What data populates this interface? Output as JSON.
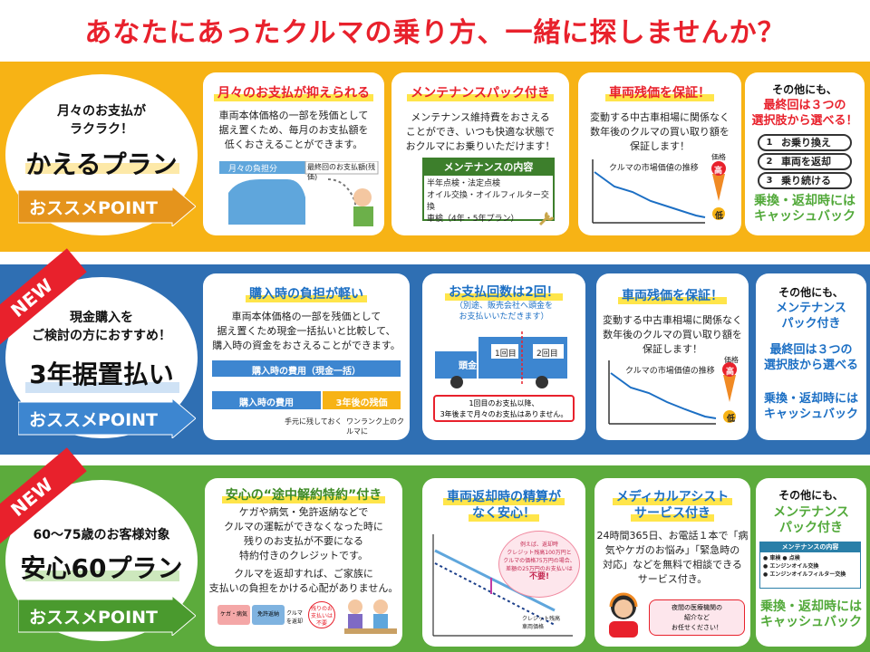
{
  "page_title": "あなたにあったクルマの乗り方、一緒に探しませんか？",
  "colors": {
    "yellow_band": "#f7b315",
    "blue_band": "#2f6fb3",
    "green_band": "#5cab3c",
    "accent_red": "#e8212c"
  },
  "point_label": "おススメPOINT",
  "new_badge": "NEW",
  "plan1": {
    "subtitle_1": "月々のお支払が",
    "subtitle_2": "ラクラク！",
    "name": "かえるプラン",
    "card1": {
      "title": "月々のお支払が抑えられる",
      "text_1": "車両本体価格の一部を残価として",
      "text_2": "据え置くため、毎月のお支払額を",
      "text_3": "低くおさえることができます。",
      "monthly_label": "月々の負担分",
      "final_label": "最終回のお支払額(残価)"
    },
    "card2": {
      "title": "メンテナンスパック付き",
      "text_1": "メンテナンス維持費をおさえる",
      "text_2": "ことができ、いつも快適な状態で",
      "text_3": "おクルマにお乗りいただけます！",
      "box_title": "メンテナンスの内容",
      "box_1": "半年点検・法定点検",
      "box_2": "オイル交換・オイルフィルター交換",
      "box_3": "車検（4年・5年プラン）"
    },
    "card3": {
      "title": "車両残価を保証！",
      "text_1": "変動する中古車相場に関係なく",
      "text_2": "数年後のクルマの買い取り額を",
      "text_3": "保証します！",
      "chart_label": "クルマの市場価値の推移",
      "price_label": "価格",
      "high": "高",
      "low": "低"
    },
    "side": {
      "line_1": "その他にも、",
      "red_1": "最終回は３つの",
      "red_2": "選択肢から選べる！",
      "options": [
        "お乗り換え",
        "車両を返却",
        "乗り続ける"
      ],
      "green_1": "乗換・返却時には",
      "green_2": "キャッシュバック"
    }
  },
  "plan2": {
    "subtitle_1": "現金購入を",
    "subtitle_2": "ご検討の方におすすめ！",
    "name": "3年据置払い",
    "card1": {
      "title": "購入時の負担が軽い",
      "text_1": "車両本体価格の一部を残価として",
      "text_2": "据え置くため現金一括払いと比較して、",
      "text_3": "購入時の資金をおさえることができます。",
      "bar_top": "購入時の費用（現金一括）",
      "bar_left": "購入時の費用",
      "bar_right": "3年後の残価",
      "note_1": "手元に残しておく",
      "note_2": "ワンランク上のクルマに"
    },
    "card2": {
      "title": "お支払回数は2回！",
      "note": "（別途、販売会社へ頭金を",
      "note_2": "お支払いいただきます）",
      "first": "1回目",
      "second": "2回目",
      "down": "頭金",
      "box_1": "1回目のお支払以降、",
      "box_2": "3年後まで月々のお支払はありません。"
    },
    "card3": {
      "title": "車両残価を保証！",
      "text_1": "変動する中古車相場に関係なく",
      "text_2": "数年後のクルマの買い取り額を",
      "text_3": "保証します！",
      "chart_label": "クルマの市場価値の推移",
      "price_label": "価格",
      "high": "高",
      "low": "低"
    },
    "side": {
      "line_1": "その他にも、",
      "blue_1": "メンテナンス",
      "blue_2": "パック付き",
      "blue_3": "最終回は３つの",
      "blue_4": "選択肢から選べる",
      "blue_5": "乗換・返却時には",
      "blue_6": "キャッシュバック"
    }
  },
  "plan3": {
    "subtitle_1": "60～75歳のお客様対象",
    "name": "安心60プラン",
    "card1": {
      "title": "安心の“途中解約特約”付き",
      "text_1": "ケガや病気・免許返納などで",
      "text_2": "クルマの運転ができなくなった時に",
      "text_3": "残りのお支払が不要になる",
      "text_4": "特約付きのクレジットです。",
      "text_5": "クルマを返却すれば、ご家族に",
      "text_6": "支払いの負担をかける心配がありません。",
      "icon_1": "ケガ・病気",
      "icon_2": "免許返納",
      "icon_3": "クルマを返却",
      "icon_4": "残りのお支払いは不要"
    },
    "card2": {
      "title_1": "車両返却時の精算が",
      "title_2": "なく安心！",
      "bubble_1": "例えば、返却時",
      "bubble_2": "クレジット残高100万円と",
      "bubble_3": "クルマの価格75万円の場合、",
      "bubble_4": "差額の25万円のお支払いは",
      "bubble_5": "不要!",
      "legend_1": "クレジット残高",
      "legend_2": "車両価格"
    },
    "card3": {
      "title_1": "メディカルアシスト",
      "title_2": "サービス付き",
      "text_1": "24時間365日、お電話１本で「病",
      "text_2": "気やケガのお悩み」「緊急時の",
      "text_3": "対応」などを無料で相談できる",
      "text_4": "サービス付き。",
      "bubble_1": "夜間の医療機関の",
      "bubble_2": "紹介など",
      "bubble_3": "お任せください！"
    },
    "side": {
      "line_1": "その他にも、",
      "green_1": "メンテナンス",
      "green_2": "パック付き",
      "box_title": "メンテナンスの内容",
      "box_items": [
        "車検",
        "点検",
        "エンジンオイル交換",
        "エンジンオイルフィルター交換"
      ],
      "green_3": "乗換・返却時には",
      "green_4": "キャッシュバック"
    }
  }
}
